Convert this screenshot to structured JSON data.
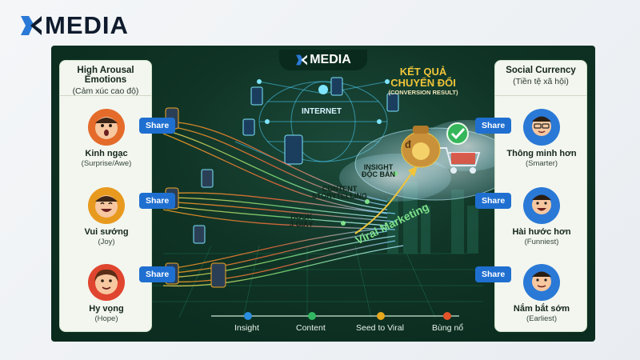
{
  "brand": {
    "name": "MEDIA",
    "mark_color": "#2a79d6"
  },
  "panel_brand": {
    "name": "MEDIA"
  },
  "left_panel": {
    "title": "High Arousal Emotions",
    "subtitle": "(Cảm xúc cao độ)",
    "items": [
      {
        "name": "Kinh ngạc",
        "sub": "(Surprise/Awe)",
        "face": "surprised-face-icon",
        "color": "#e46b2a"
      },
      {
        "name": "Vui sướng",
        "sub": "(Joy)",
        "face": "joyful-face-icon",
        "color": "#e89a1f"
      },
      {
        "name": "Hy vọng",
        "sub": "(Hope)",
        "face": "hopeful-face-icon",
        "color": "#e0462f"
      }
    ]
  },
  "right_panel": {
    "title": "Social Currency",
    "subtitle": "(Tiền tệ xã hội)",
    "items": [
      {
        "name": "Thông minh hơn",
        "sub": "(Smarter)",
        "face": "smart-person-icon",
        "color": "#2a79d6"
      },
      {
        "name": "Hài hước hơn",
        "sub": "(Funniest)",
        "face": "funny-person-icon",
        "color": "#2a79d6"
      },
      {
        "name": "Nắm bắt sớm",
        "sub": "(Earliest)",
        "face": "early-person-icon",
        "color": "#2a79d6"
      }
    ]
  },
  "share_label": "Share",
  "center": {
    "internet": "INTERNET",
    "result_title_1": "KẾT QUẢ",
    "result_title_2": "CHUYỂN ĐỔI",
    "result_sub": "(CONVERSION RESULT)",
    "insight": "INSIGHT",
    "doc_ban": "ĐỘC BẢN",
    "content": "CONTENT",
    "storytelling": "STORYTELLING",
    "hook": "HOOK",
    "hook_time": "3 GIÂY",
    "viral": "Viral Marketing",
    "currency_symbol": "đ"
  },
  "timeline": {
    "stages": [
      {
        "label": "Insight",
        "color": "#2b8fe0"
      },
      {
        "label": "Content",
        "color": "#33b862"
      },
      {
        "label": "Seed to Viral",
        "color": "#e6a81c"
      },
      {
        "label": "Bùng nổ",
        "color": "#e4532a"
      }
    ]
  },
  "colors": {
    "accent_gold": "#f0c53a",
    "panel_bg": "#0f3325",
    "share_blue": "#1f6fd1"
  }
}
